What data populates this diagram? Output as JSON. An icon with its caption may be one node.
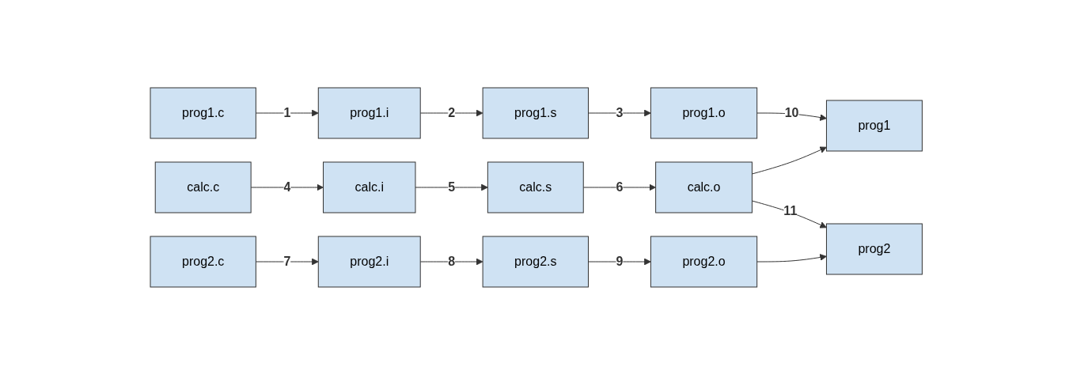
{
  "diagram": {
    "nodes": [
      {
        "text": [
          "prog1.c"
        ]
      },
      {
        "text": [
          "prog1.i"
        ]
      },
      {
        "text": [
          "prog1.s"
        ]
      },
      {
        "text": [
          "prog1.o"
        ]
      },
      {
        "text": [
          "prog1"
        ]
      },
      {
        "text": [
          "calc.c"
        ]
      },
      {
        "text": [
          "calc.i"
        ]
      },
      {
        "text": [
          "calc.s"
        ]
      },
      {
        "text": [
          "calc.o"
        ]
      },
      {
        "text": [
          "prog2"
        ]
      },
      {
        "text": [
          "prog2.c"
        ]
      },
      {
        "text": [
          "prog2.i"
        ]
      },
      {
        "text": [
          "prog2.s"
        ]
      },
      {
        "text": [
          "prog2.o"
        ]
      }
    ],
    "edges": [
      {
        "from": 0,
        "to": 1,
        "arrow": "to",
        "label": "1"
      },
      {
        "from": 1,
        "to": 2,
        "arrow": "to",
        "label": "2"
      },
      {
        "from": 2,
        "to": 3,
        "arrow": "to",
        "label": "3"
      },
      {
        "from": 5,
        "to": 6,
        "arrow": "to",
        "label": "4"
      },
      {
        "from": 6,
        "to": 7,
        "arrow": "to",
        "label": "5"
      },
      {
        "from": 7,
        "to": 8,
        "arrow": "to",
        "label": "6"
      },
      {
        "from": 10,
        "to": 11,
        "arrow": "to",
        "label": "7"
      },
      {
        "from": 11,
        "to": 12,
        "arrow": "to",
        "label": "8"
      },
      {
        "from": 12,
        "to": 13,
        "arrow": "to",
        "label": "9"
      },
      {
        "from": 3,
        "to": 4,
        "arrow": "to",
        "label": "10"
      },
      {
        "from": 8,
        "to": 4,
        "arrow": "to"
      },
      {
        "from": 8,
        "to": 9,
        "arrow": "to",
        "label": "11"
      },
      {
        "from": 13,
        "to": 9,
        "arrow": "to"
      }
    ]
  }
}
